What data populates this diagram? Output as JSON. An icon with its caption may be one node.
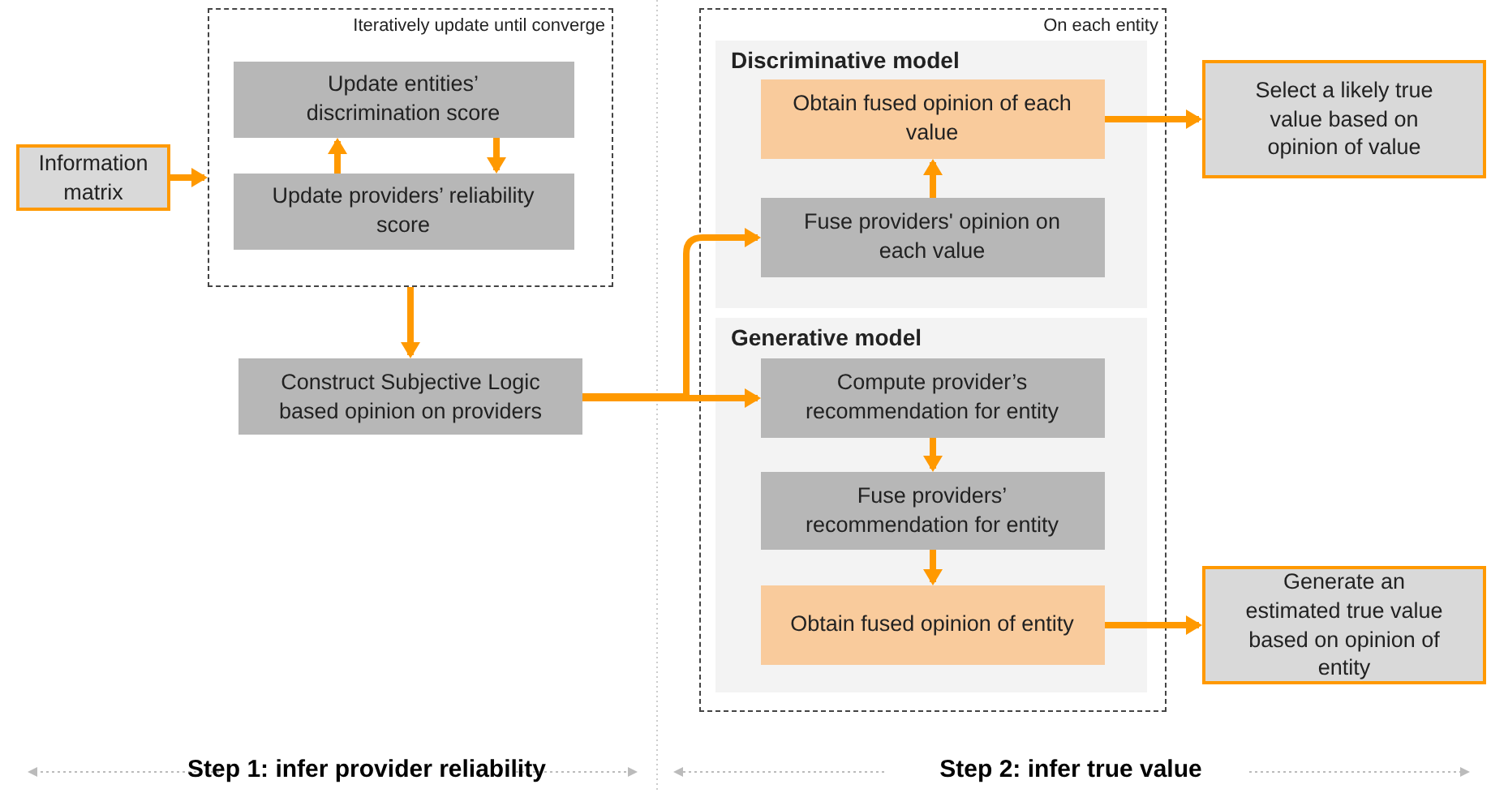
{
  "diagram": {
    "nodes": [
      {
        "text": [
          "Information matrix"
        ]
      },
      {
        "text": [
          "Iteratively update until converge"
        ]
      },
      {
        "text": [
          "Update entities’ discrimination score"
        ],
        "in": 1
      },
      {
        "text": [
          "Update providers’ reliability score"
        ],
        "in": 1
      },
      {
        "text": [
          "Construct Subjective Logic based opinion on providers"
        ]
      },
      {
        "text": [
          "On each entity"
        ]
      },
      {
        "text": [
          "Discriminative model"
        ],
        "in": 5
      },
      {
        "text": [
          "Obtain fused opinion of each value"
        ],
        "in": 6
      },
      {
        "text": [
          "Fuse providers' opinion on each value"
        ],
        "in": 6
      },
      {
        "text": [
          "Generative model"
        ],
        "in": 5
      },
      {
        "text": [
          "Compute provider’s recommendation for entity"
        ],
        "in": 9
      },
      {
        "text": [
          "Fuse providers’ recommendation for entity"
        ],
        "in": 9
      },
      {
        "text": [
          "Obtain fused opinion of entity"
        ],
        "in": 9
      },
      {
        "text": [
          "Select a likely true value based on opinion of value"
        ]
      },
      {
        "text": [
          "Generate an estimated true value based on opinion of entity"
        ]
      }
    ],
    "edges": [
      {
        "from": 0,
        "to": 1,
        "arrow": "to"
      },
      {
        "from": 3,
        "to": 2,
        "arrow": "to"
      },
      {
        "from": 2,
        "to": 3,
        "arrow": "to"
      },
      {
        "from": 1,
        "to": 4,
        "arrow": "to"
      },
      {
        "from": 4,
        "to": 8,
        "arrow": "to"
      },
      {
        "from": 4,
        "to": 10,
        "arrow": "to"
      },
      {
        "from": 8,
        "to": 7,
        "arrow": "to"
      },
      {
        "from": 7,
        "to": 13,
        "arrow": "to"
      },
      {
        "from": 10,
        "to": 11,
        "arrow": "to"
      },
      {
        "from": 11,
        "to": 12,
        "arrow": "to"
      },
      {
        "from": 12,
        "to": 14,
        "arrow": "to"
      }
    ],
    "labels": [
      "Step 1: infer provider reliability",
      "Step 2: infer true value"
    ]
  }
}
